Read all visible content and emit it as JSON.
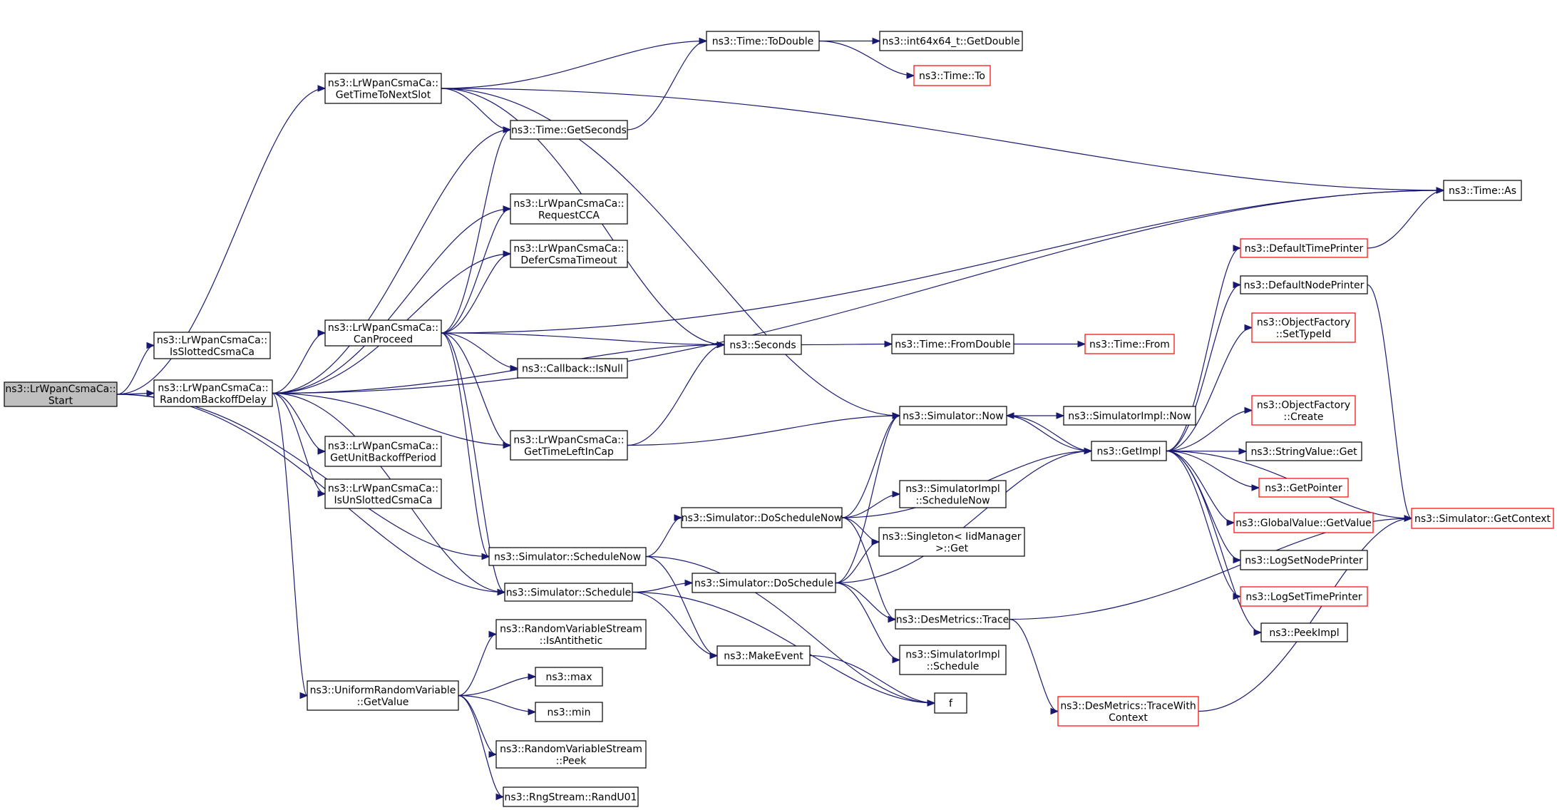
{
  "colors": {
    "edge": "#191970",
    "node_border": "#000000",
    "truncated_border": "#ff0000",
    "root_fill": "#bfbfbf",
    "node_fill": "#ffffff"
  },
  "nodes": [
    {
      "id": "start",
      "lines": [
        "ns3::LrWpanCsmaCa::",
        "Start"
      ],
      "style": "root"
    },
    {
      "id": "gettime",
      "lines": [
        "ns3::LrWpanCsmaCa::",
        "GetTimeToNextSlot"
      ],
      "style": "normal"
    },
    {
      "id": "isslotted",
      "lines": [
        "ns3::LrWpanCsmaCa::",
        "IsSlottedCsmaCa"
      ],
      "style": "normal"
    },
    {
      "id": "randback",
      "lines": [
        "ns3::LrWpanCsmaCa::",
        "RandomBackoffDelay"
      ],
      "style": "normal"
    },
    {
      "id": "canproceed",
      "lines": [
        "ns3::LrWpanCsmaCa::",
        "CanProceed"
      ],
      "style": "normal"
    },
    {
      "id": "getunit",
      "lines": [
        "ns3::LrWpanCsmaCa::",
        "GetUnitBackoffPeriod"
      ],
      "style": "normal"
    },
    {
      "id": "isunslotted",
      "lines": [
        "ns3::LrWpanCsmaCa::",
        "IsUnSlottedCsmaCa"
      ],
      "style": "normal"
    },
    {
      "id": "uniform",
      "lines": [
        "ns3::UniformRandomVariable",
        "::GetValue"
      ],
      "style": "normal"
    },
    {
      "id": "todouble",
      "lines": [
        "ns3::Time::ToDouble"
      ],
      "style": "normal"
    },
    {
      "id": "getseconds",
      "lines": [
        "ns3::Time::GetSeconds"
      ],
      "style": "normal"
    },
    {
      "id": "requestcca",
      "lines": [
        "ns3::LrWpanCsmaCa::",
        "RequestCCA"
      ],
      "style": "normal"
    },
    {
      "id": "defercsma",
      "lines": [
        "ns3::LrWpanCsmaCa::",
        "DeferCsmaTimeout"
      ],
      "style": "normal"
    },
    {
      "id": "cbisnull",
      "lines": [
        "ns3::Callback::IsNull"
      ],
      "style": "normal"
    },
    {
      "id": "gettimeleft",
      "lines": [
        "ns3::LrWpanCsmaCa::",
        "GetTimeLeftInCap"
      ],
      "style": "normal"
    },
    {
      "id": "schednow",
      "lines": [
        "ns3::Simulator::ScheduleNow"
      ],
      "style": "normal"
    },
    {
      "id": "schedule",
      "lines": [
        "ns3::Simulator::Schedule"
      ],
      "style": "normal"
    },
    {
      "id": "isanti",
      "lines": [
        "ns3::RandomVariableStream",
        "::IsAntithetic"
      ],
      "style": "normal"
    },
    {
      "id": "max",
      "lines": [
        "ns3::max"
      ],
      "style": "normal"
    },
    {
      "id": "min",
      "lines": [
        "ns3::min"
      ],
      "style": "normal"
    },
    {
      "id": "peek",
      "lines": [
        "ns3::RandomVariableStream",
        "::Peek"
      ],
      "style": "normal"
    },
    {
      "id": "randu01",
      "lines": [
        "ns3::RngStream::RandU01"
      ],
      "style": "normal"
    },
    {
      "id": "int64",
      "lines": [
        "ns3::int64x64_t::GetDouble"
      ],
      "style": "normal"
    },
    {
      "id": "timeto",
      "lines": [
        "ns3::Time::To"
      ],
      "style": "truncated"
    },
    {
      "id": "seconds",
      "lines": [
        "ns3::Seconds"
      ],
      "style": "normal"
    },
    {
      "id": "fromdouble",
      "lines": [
        "ns3::Time::FromDouble"
      ],
      "style": "normal"
    },
    {
      "id": "timefrom",
      "lines": [
        "ns3::Time::From"
      ],
      "style": "truncated"
    },
    {
      "id": "simnow",
      "lines": [
        "ns3::Simulator::Now"
      ],
      "style": "normal"
    },
    {
      "id": "simimplnow",
      "lines": [
        "ns3::SimulatorImpl::Now"
      ],
      "style": "normal"
    },
    {
      "id": "doschednow",
      "lines": [
        "ns3::Simulator::DoScheduleNow"
      ],
      "style": "normal"
    },
    {
      "id": "simimplschednow",
      "lines": [
        "ns3::SimulatorImpl",
        "::ScheduleNow"
      ],
      "style": "normal"
    },
    {
      "id": "singleton",
      "lines": [
        "ns3::Singleton< IidManager",
        ">::Get"
      ],
      "style": "normal"
    },
    {
      "id": "dosched",
      "lines": [
        "ns3::Simulator::DoSchedule"
      ],
      "style": "normal"
    },
    {
      "id": "destrace",
      "lines": [
        "ns3::DesMetrics::Trace"
      ],
      "style": "normal"
    },
    {
      "id": "simimplsched",
      "lines": [
        "ns3::SimulatorImpl",
        "::Schedule"
      ],
      "style": "normal"
    },
    {
      "id": "makeevent",
      "lines": [
        "ns3::MakeEvent"
      ],
      "style": "normal"
    },
    {
      "id": "f",
      "lines": [
        "f"
      ],
      "style": "normal"
    },
    {
      "id": "destracewith",
      "lines": [
        "ns3::DesMetrics::TraceWith",
        "Context"
      ],
      "style": "truncated"
    },
    {
      "id": "getimpl",
      "lines": [
        "ns3::GetImpl"
      ],
      "style": "normal"
    },
    {
      "id": "timeas",
      "lines": [
        "ns3::Time::As"
      ],
      "style": "normal"
    },
    {
      "id": "deftimeprinter",
      "lines": [
        "ns3::DefaultTimePrinter"
      ],
      "style": "truncated"
    },
    {
      "id": "defnodeprinter",
      "lines": [
        "ns3::DefaultNodePrinter"
      ],
      "style": "normal"
    },
    {
      "id": "ofsettypeid",
      "lines": [
        "ns3::ObjectFactory",
        "::SetTypeId"
      ],
      "style": "truncated"
    },
    {
      "id": "ofcreate",
      "lines": [
        "ns3::ObjectFactory",
        "::Create"
      ],
      "style": "truncated"
    },
    {
      "id": "strvalget",
      "lines": [
        "ns3::StringValue::Get"
      ],
      "style": "normal"
    },
    {
      "id": "getpointer",
      "lines": [
        "ns3::GetPointer"
      ],
      "style": "truncated"
    },
    {
      "id": "gvgetvalue",
      "lines": [
        "ns3::GlobalValue::GetValue"
      ],
      "style": "truncated"
    },
    {
      "id": "logsetnode",
      "lines": [
        "ns3::LogSetNodePrinter"
      ],
      "style": "normal"
    },
    {
      "id": "logsettime",
      "lines": [
        "ns3::LogSetTimePrinter"
      ],
      "style": "truncated"
    },
    {
      "id": "peekimpl",
      "lines": [
        "ns3::PeekImpl"
      ],
      "style": "normal"
    },
    {
      "id": "getcontext",
      "lines": [
        "ns3::Simulator::GetContext"
      ],
      "style": "truncated"
    }
  ],
  "edges": [
    [
      "start",
      "gettime"
    ],
    [
      "start",
      "isslotted"
    ],
    [
      "start",
      "randback"
    ],
    [
      "start",
      "schednow"
    ],
    [
      "start",
      "schedule"
    ],
    [
      "gettime",
      "todouble"
    ],
    [
      "gettime",
      "getseconds"
    ],
    [
      "gettime",
      "seconds"
    ],
    [
      "gettime",
      "simnow"
    ],
    [
      "gettime",
      "timeas"
    ],
    [
      "randback",
      "getseconds"
    ],
    [
      "randback",
      "requestcca"
    ],
    [
      "randback",
      "defercsma"
    ],
    [
      "randback",
      "canproceed"
    ],
    [
      "randback",
      "seconds"
    ],
    [
      "randback",
      "gettimeleft"
    ],
    [
      "randback",
      "getunit"
    ],
    [
      "randback",
      "isunslotted"
    ],
    [
      "randback",
      "schedule"
    ],
    [
      "randback",
      "uniform"
    ],
    [
      "randback",
      "timeas"
    ],
    [
      "canproceed",
      "getseconds"
    ],
    [
      "canproceed",
      "requestcca"
    ],
    [
      "canproceed",
      "defercsma"
    ],
    [
      "canproceed",
      "seconds"
    ],
    [
      "canproceed",
      "cbisnull"
    ],
    [
      "canproceed",
      "gettimeleft"
    ],
    [
      "canproceed",
      "schednow"
    ],
    [
      "canproceed",
      "schedule"
    ],
    [
      "canproceed",
      "timeas"
    ],
    [
      "getseconds",
      "todouble"
    ],
    [
      "todouble",
      "int64"
    ],
    [
      "todouble",
      "timeto"
    ],
    [
      "seconds",
      "fromdouble"
    ],
    [
      "fromdouble",
      "timefrom"
    ],
    [
      "gettimeleft",
      "seconds"
    ],
    [
      "gettimeleft",
      "simnow"
    ],
    [
      "schednow",
      "doschednow"
    ],
    [
      "schednow",
      "makeevent"
    ],
    [
      "schednow",
      "f"
    ],
    [
      "schedule",
      "dosched"
    ],
    [
      "schedule",
      "makeevent"
    ],
    [
      "schedule",
      "f"
    ],
    [
      "uniform",
      "isanti"
    ],
    [
      "uniform",
      "max"
    ],
    [
      "uniform",
      "min"
    ],
    [
      "uniform",
      "peek"
    ],
    [
      "uniform",
      "randu01"
    ],
    [
      "simnow",
      "simimplnow"
    ],
    [
      "simnow",
      "getimpl"
    ],
    [
      "doschednow",
      "simnow"
    ],
    [
      "doschednow",
      "getimpl"
    ],
    [
      "doschednow",
      "simimplschednow"
    ],
    [
      "doschednow",
      "singleton"
    ],
    [
      "doschednow",
      "destrace"
    ],
    [
      "dosched",
      "simnow"
    ],
    [
      "dosched",
      "getimpl"
    ],
    [
      "dosched",
      "singleton"
    ],
    [
      "dosched",
      "destrace"
    ],
    [
      "dosched",
      "simimplsched"
    ],
    [
      "makeevent",
      "f"
    ],
    [
      "destrace",
      "destracewith"
    ],
    [
      "destrace",
      "getcontext"
    ],
    [
      "destracewith",
      "getcontext"
    ],
    [
      "getimpl",
      "simnow"
    ],
    [
      "getimpl",
      "deftimeprinter"
    ],
    [
      "getimpl",
      "defnodeprinter"
    ],
    [
      "getimpl",
      "ofsettypeid"
    ],
    [
      "getimpl",
      "ofcreate"
    ],
    [
      "getimpl",
      "strvalget"
    ],
    [
      "getimpl",
      "getpointer"
    ],
    [
      "getimpl",
      "gvgetvalue"
    ],
    [
      "getimpl",
      "logsetnode"
    ],
    [
      "getimpl",
      "logsettime"
    ],
    [
      "getimpl",
      "peekimpl"
    ],
    [
      "getimpl",
      "getcontext"
    ],
    [
      "deftimeprinter",
      "timeas"
    ],
    [
      "defnodeprinter",
      "getcontext"
    ]
  ]
}
